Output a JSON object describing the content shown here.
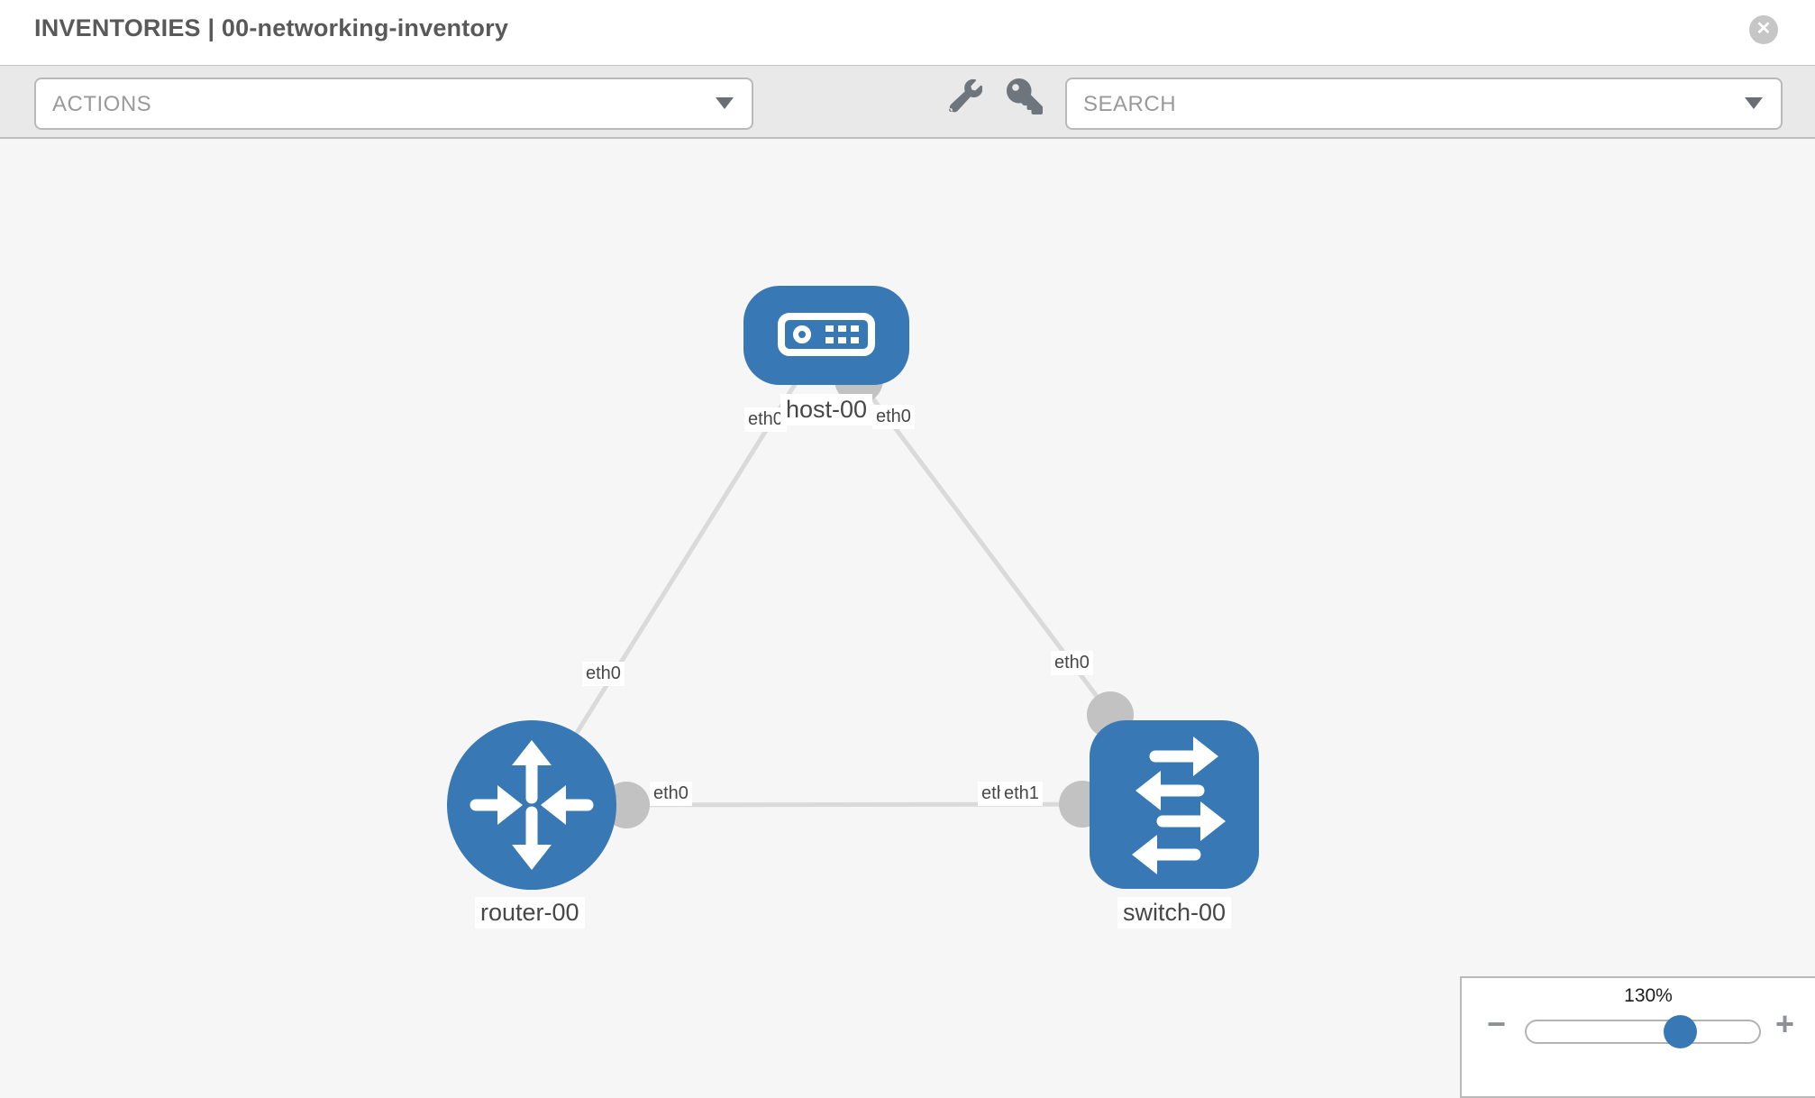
{
  "header": {
    "title": "INVENTORIES | 00-networking-inventory",
    "close_label": "✕"
  },
  "toolbar": {
    "actions_label": "ACTIONS",
    "search_placeholder": "SEARCH",
    "icons": [
      "wrench-icon",
      "key-icon"
    ]
  },
  "topology": {
    "nodes": [
      {
        "id": "host-00",
        "label": "host-00",
        "type": "host",
        "icon": "server-icon"
      },
      {
        "id": "router-00",
        "label": "router-00",
        "type": "router",
        "icon": "router-arrows-icon"
      },
      {
        "id": "switch-00",
        "label": "switch-00",
        "type": "switch",
        "icon": "switch-arrows-icon"
      }
    ],
    "links": [
      {
        "from": "host-00",
        "from_port": "eth0",
        "to": "router-00",
        "to_port": "eth0"
      },
      {
        "from": "host-00",
        "from_port": "eth0",
        "to": "switch-00",
        "to_port": "eth0"
      },
      {
        "from": "router-00",
        "from_port": "eth0",
        "to": "switch-00",
        "to_port": "eth1"
      }
    ],
    "ports": {
      "host_to_router_host_end": "eth0",
      "host_to_switch_host_end": "eth0",
      "host_to_router_router_end": "eth0",
      "host_to_switch_switch_end": "eth0",
      "router_to_switch_router_end": "eth0",
      "router_to_switch_switch_end_hidden": "eth0",
      "router_to_switch_switch_end": "eth1"
    }
  },
  "zoom_control": {
    "level": "130%",
    "minus_label": "−",
    "plus_label": "+",
    "slider_percent": 66
  },
  "colors": {
    "node_blue": "#3879b5",
    "link_gray": "#dadada",
    "port_gray": "#c2c2c2",
    "toolbar_bg": "#e9e9e9",
    "canvas_bg": "#f6f6f6"
  }
}
